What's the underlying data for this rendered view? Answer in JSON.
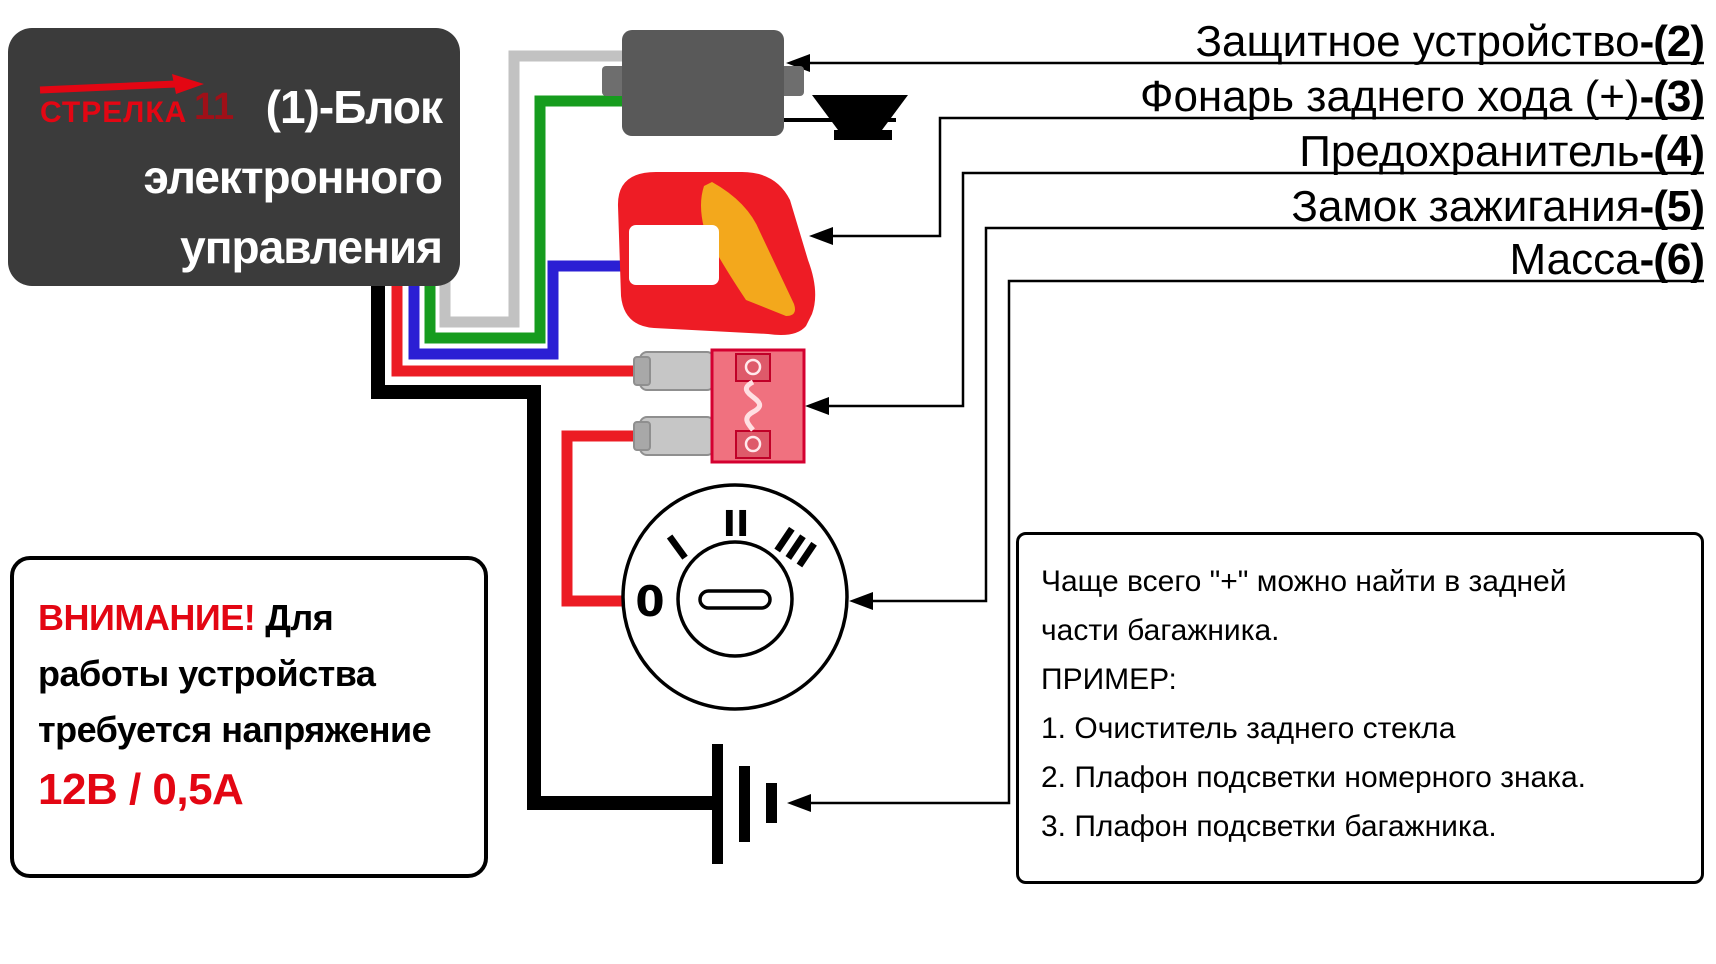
{
  "ecu": {
    "logo": "СТРЕЛКА",
    "logo_sub": "11",
    "title_lines": [
      "(1)-Блок",
      "электронного",
      "управления"
    ]
  },
  "labels": [
    {
      "text": "Защитное устройство",
      "num": "-(2)"
    },
    {
      "text": "Фонарь заднего хода (+)",
      "num": "-(3)"
    },
    {
      "text": "Предохранитель",
      "num": "-(4)"
    },
    {
      "text": "Замок зажигания",
      "num": "-(5)"
    },
    {
      "text": "Масса",
      "num": "-(6)"
    }
  ],
  "warning": {
    "attention": "ВНИМАНИЕ!",
    "rest": "Для",
    "line2": "работы устройства",
    "line3": "требуется напряжение",
    "voltage": "12В / 0,5А"
  },
  "note": {
    "lines": [
      "Чаще всего \"+\" можно найти в задней",
      "части багажника.",
      "ПРИМЕР:",
      "1. Очиститель заднего стекла",
      "2. Плафон подсветки номерного знака.",
      "3. Плафон подсветки багажника."
    ]
  },
  "ignition": {
    "marks": [
      "0",
      "I",
      "II",
      "III"
    ]
  },
  "colors": {
    "wire_gray": "#c2c2c2",
    "wire_green": "#169c1e",
    "wire_blue": "#2b1fd4",
    "wire_red": "#ec1c24",
    "wire_black": "#000000",
    "accent_red": "#e30613",
    "ecu_bg": "#3b3b3b",
    "device_gray": "#595959",
    "device_tab": "#6e6e6e",
    "lamp_red": "#ee1c25",
    "lamp_yellow": "#f3a81c",
    "fuse_body": "#f0717f",
    "spade_gray": "#c6c6c6"
  }
}
